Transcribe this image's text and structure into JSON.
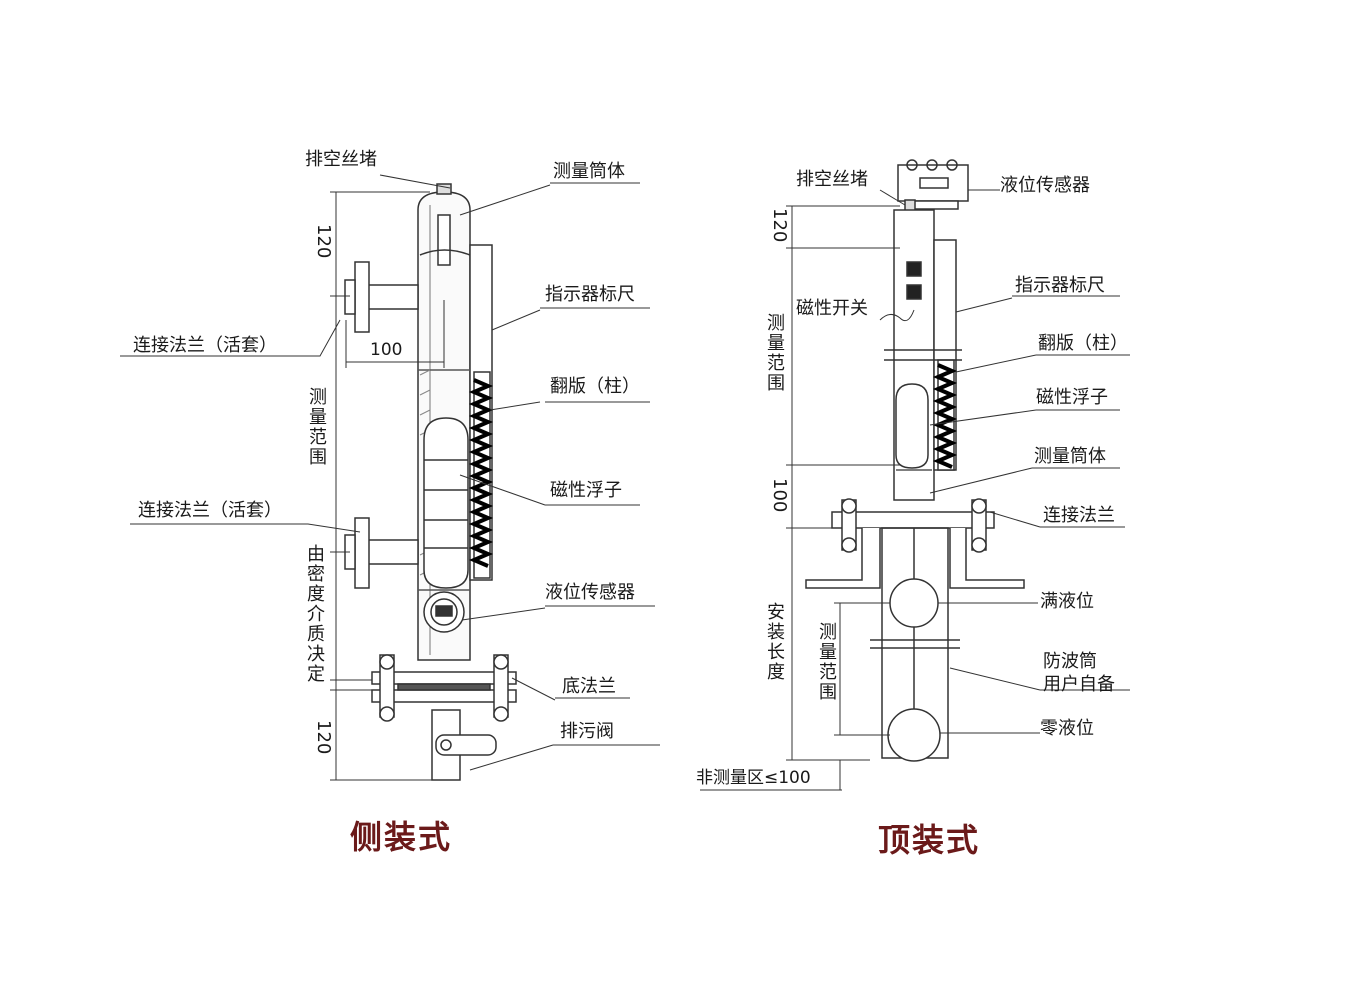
{
  "side": {
    "title": "侧装式",
    "labels": {
      "vent_plug": "排空丝堵",
      "measure_tube": "测量筒体",
      "indicator_scale": "指示器标尺",
      "flange_top": "连接法兰（活套）",
      "flip_plate": "翻版（柱）",
      "magnetic_float": "磁性浮子",
      "flange_bottom": "连接法兰（活套）",
      "level_sensor": "液位传感器",
      "bottom_flange": "底法兰",
      "drain_valve": "排污阀"
    },
    "dims": {
      "top": "120",
      "center": "100",
      "range": "测量范围",
      "density": "由密度介质决定",
      "bottom": "120"
    }
  },
  "top": {
    "title": "顶装式",
    "labels": {
      "vent_plug": "排空丝堵",
      "level_sensor": "液位传感器",
      "indicator_scale": "指示器标尺",
      "magnetic_switch": "磁性开关",
      "flip_plate": "翻版（柱）",
      "magnetic_float": "磁性浮子",
      "measure_tube": "测量筒体",
      "flange": "连接法兰",
      "full_level": "满液位",
      "wave_tube_1": "防波筒",
      "wave_tube_2": "用户自备",
      "zero_level": "零液位",
      "non_measure": "非测量区≤100"
    },
    "dims": {
      "top": "120",
      "range": "测量范围",
      "mid": "100",
      "install_len": "安装长度",
      "range2": "测量范围"
    }
  }
}
